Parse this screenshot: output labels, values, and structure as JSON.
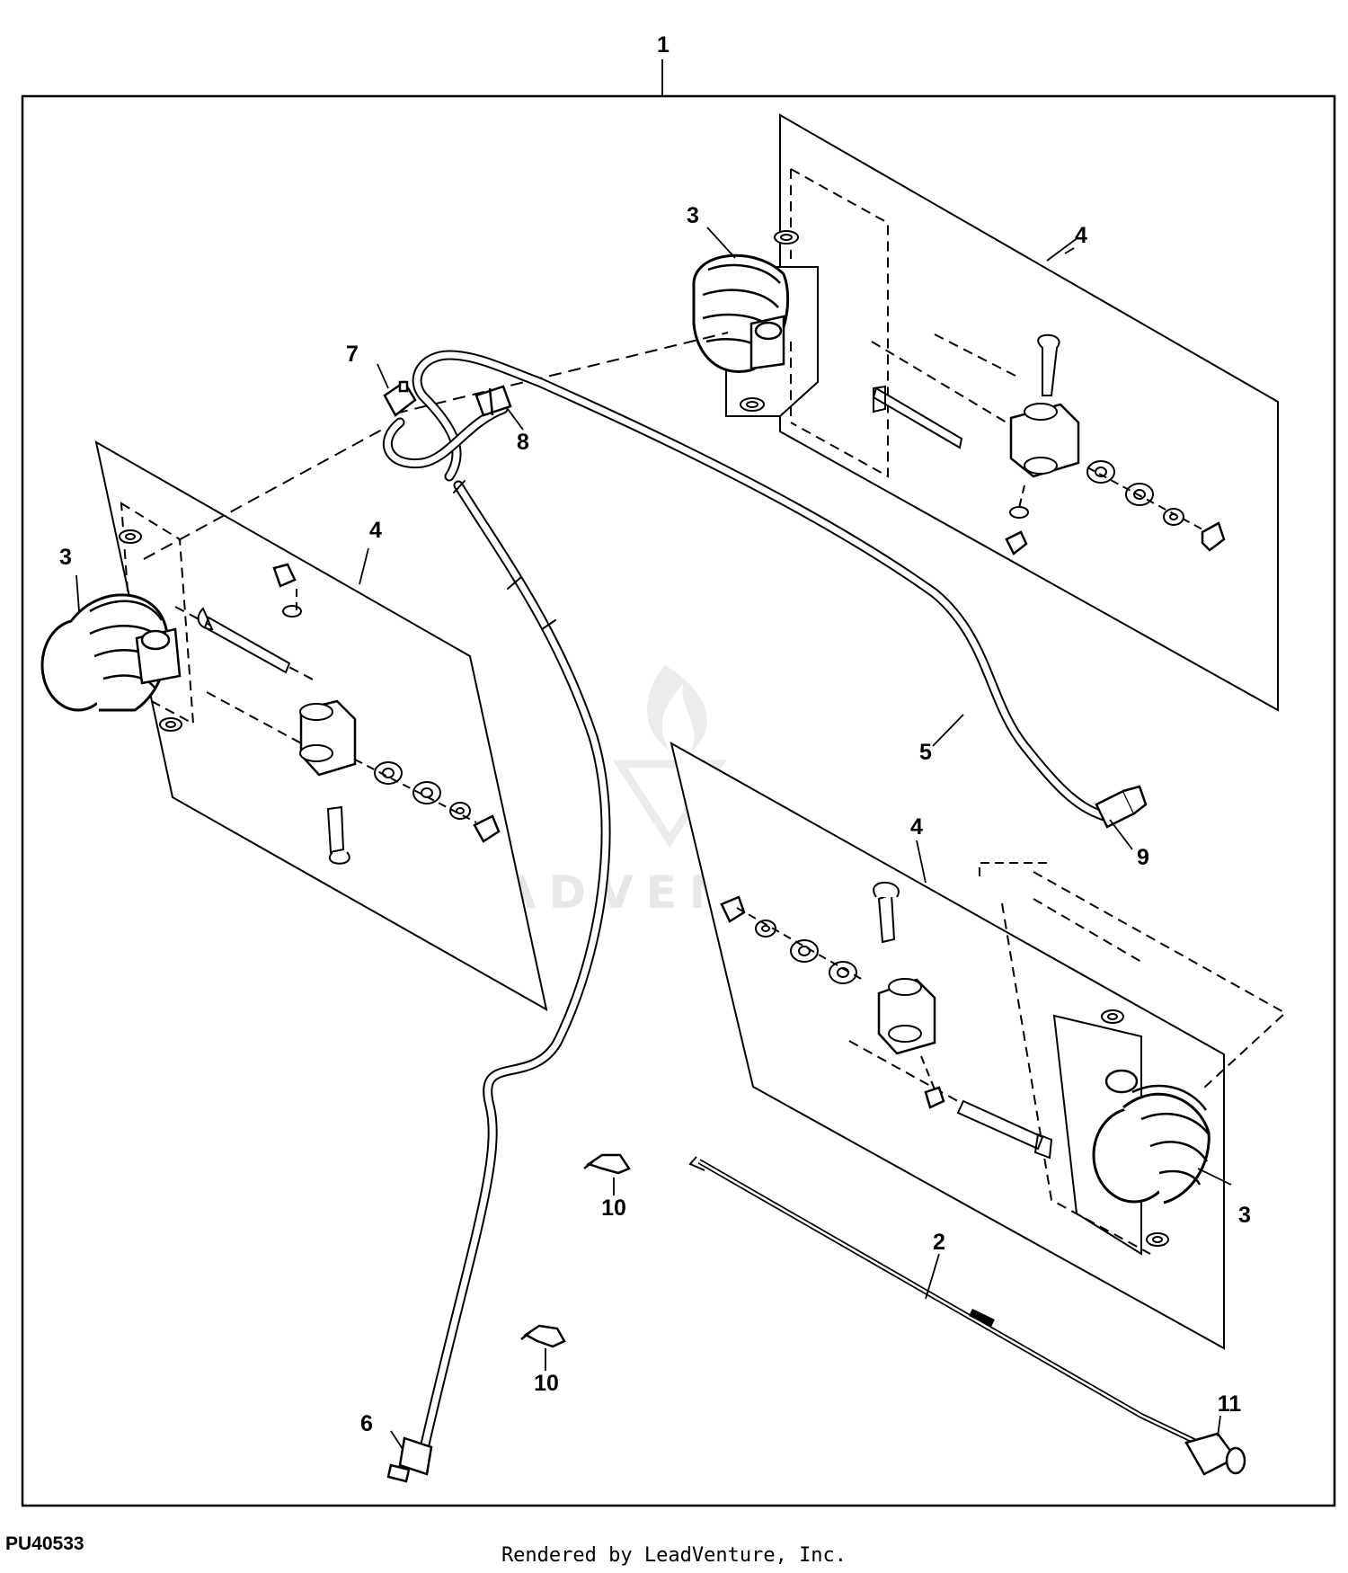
{
  "figure_id": "PU40533",
  "footer_credit": "Rendered by LeadVenture, Inc.",
  "watermark_text": "LEADVENTURE",
  "callouts": {
    "frame": "1",
    "harness_jumper": "2",
    "light_top": "3",
    "light_left": "3",
    "light_bottom": "3",
    "bracket_top": "4",
    "bracket_left": "4",
    "bracket_bottom": "4",
    "harness_main": "5",
    "connector_end": "6",
    "connector_a": "7",
    "connector_b": "8",
    "connector_c": "9",
    "clip_a": "10",
    "clip_b": "10",
    "connector_jumper": "11"
  }
}
